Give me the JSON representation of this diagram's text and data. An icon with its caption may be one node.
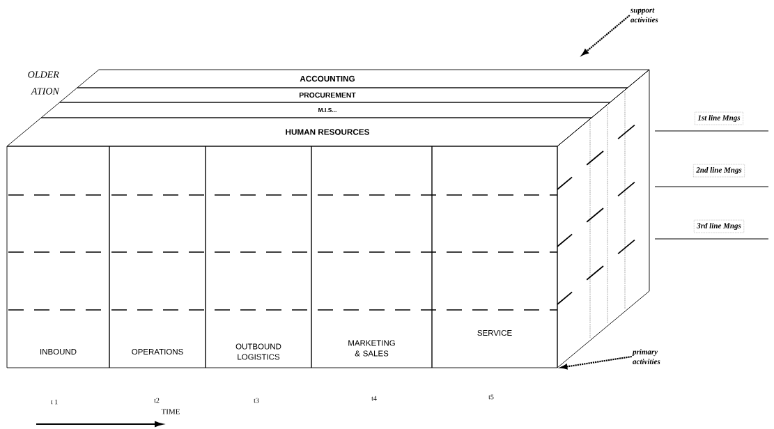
{
  "diagram": {
    "nodes": [
      {
        "text": [
          "ACCOUNTING"
        ]
      },
      {
        "text": [
          "PROCUREMENT"
        ]
      },
      {
        "text": [
          "M.I.S..."
        ]
      },
      {
        "text": [
          "HUMAN RESOURCES"
        ]
      },
      {
        "text": [
          "INBOUND"
        ]
      },
      {
        "text": [
          "OPERATIONS"
        ]
      },
      {
        "text": [
          "OUTBOUND LOGISTICS"
        ]
      },
      {
        "text": [
          "MARKETING & SALES"
        ]
      },
      {
        "text": [
          "SERVICE"
        ]
      },
      {
        "text": [
          "1st line Mngs"
        ]
      },
      {
        "text": [
          "2nd line Mngs"
        ]
      },
      {
        "text": [
          "3rd line Mngs"
        ]
      },
      {
        "text": [
          "support activities"
        ]
      },
      {
        "text": [
          "primary activities"
        ]
      }
    ],
    "edges": [
      {
        "from": 12,
        "to": null,
        "arrow": "to",
        "style": "dashed"
      },
      {
        "from": 13,
        "to": 8,
        "arrow": "to",
        "style": "dashed"
      }
    ],
    "labels": [
      "OLDER",
      "ATION",
      "t 1",
      "t2",
      "t3",
      "t4",
      "t5",
      "TIME"
    ]
  }
}
